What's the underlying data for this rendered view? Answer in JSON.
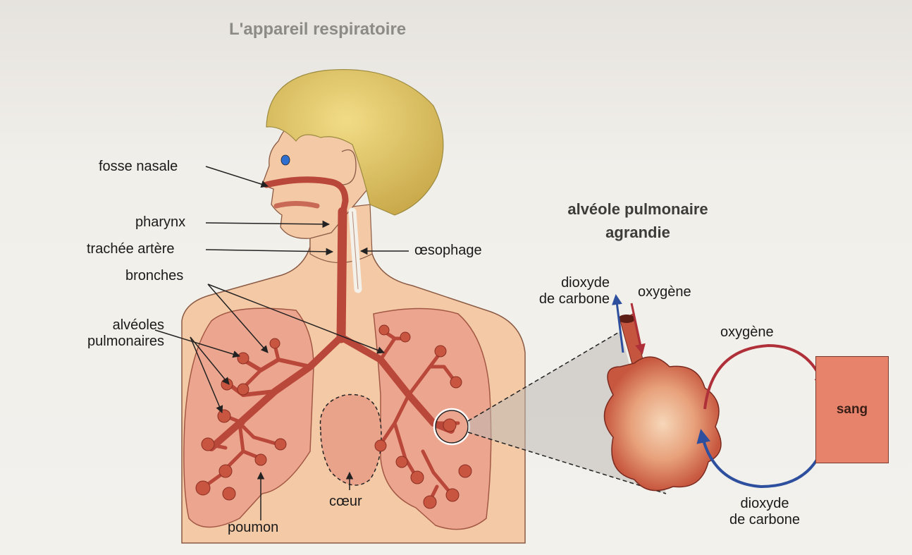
{
  "title": "L'appareil respiratoire",
  "subtitle": {
    "line1": "alvéole pulmonaire",
    "line2": "agrandie"
  },
  "labels": {
    "fosse_nasale": "fosse nasale",
    "pharynx": "pharynx",
    "trachee_artere": "trachée artère",
    "oesophage": "œsophage",
    "bronches": "bronches",
    "alveoles_line1": "alvéoles",
    "alveoles_line2": "pulmonaires",
    "coeur": "cœur",
    "poumon": "poumon"
  },
  "exchange": {
    "dioxyde_top_line1": "dioxyde",
    "dioxyde_top_line2": "de carbone",
    "oxygene_top": "oxygène",
    "oxygene_right": "oxygène",
    "dioxyde_bottom_line1": "dioxyde",
    "dioxyde_bottom_line2": "de carbone",
    "sang": "sang"
  },
  "colors": {
    "skin": "#f4c9a6",
    "lung": "#eca58e",
    "airway": "#b9473a",
    "hair": "#d9bf5a",
    "oxygen_arrow": "#b0303a",
    "co2_arrow": "#2d4f9e",
    "sang_box": "#e8836b"
  }
}
